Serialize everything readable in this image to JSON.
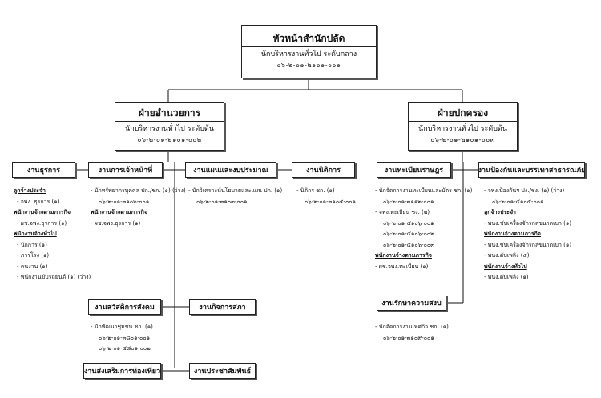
{
  "head": {
    "title": "หัวหน้าสำนักปลัด",
    "position": "นักบริหารงานทั่วไป ระดับกลาง",
    "code": "๐๖-๒-๐๑-๒๑๐๑-๐๐๑"
  },
  "div1": {
    "title": "ฝ่ายอำนวยการ",
    "position": "นักบริหารงานทั่วไป ระดับต้น",
    "code": "๐๖-๒-๐๑-๒๑๐๑-๐๐๒"
  },
  "div2": {
    "title": "ฝ่ายปกครอง",
    "position": "นักบริหารงานทั่วไป ระดับต้น",
    "code": "๐๖-๒-๐๑-๒๑๐๑-๐๐๓"
  },
  "units": {
    "general": "งานธุรการ",
    "personnel": "งานการเจ้าหน้าที่",
    "planning": "งานแผนและงบประมาณ",
    "legal": "งานนิติการ",
    "registration": "งานทะเบียนราษฎร",
    "disaster": "งานป้องกันและบรรเทาสาธารณภัย",
    "welfare": "งานสวัสดิการสังคม",
    "council": "งานกิจการสภา",
    "tourism": "งานส่งเสริมการท่องเที่ยว",
    "pr": "งานประชาสัมพันธ์",
    "security": "งานรักษาความสงบ"
  },
  "staff_general": [
    "ลูกจ้างประจำ",
    "- จพง. ธุรการ (๑)",
    "พนักงานจ้างตามภารกิจ",
    "- ผช.จพง.ธุรการ (๑)",
    "พนักงานจ้างทั่วไป",
    "- นักการ (๑)",
    "- ภารโรง (๑)",
    "- คนงาน (๑)",
    "- พนักงานขับรถยนต์ (๑) (ว่าง)"
  ],
  "staff_personnel": [
    "- นักทรัพยากรบุคคล ปก./ชก. (๑) (ว่าง)",
    "๐๖-๒-๐๑-๓๑๐๒-๐๐๑",
    "พนักงานจ้างตามภารกิจ",
    "- ผช.จพง.ธุรการ (๑)"
  ],
  "staff_planning": [
    "- นักวิเคราะห์นโยบายและแผน ปก. (๑)",
    "๐๖-๒-๐๑-๓๑๐๓-๐๐๑"
  ],
  "staff_legal": [
    "- นิติกร ชก. (๑)",
    "๐๖-๒-๐๑-๓๑๐๕-๐๐๑"
  ],
  "staff_registration": [
    "- นักจัดการงานทะเบียนและบัตร ชก. (๑)",
    "๐๖-๒-๐๑-๓๑๑๒-๐๐๑",
    "- จพง.ทะเบียน ชง. (๒)",
    "๐๖-๒-๐๑-๔๑๐๖-๐๐๑",
    "๐๖-๒-๐๑-๔๑๐๖-๐๐๒",
    "๐๖-๒-๐๑-๔๑๐๖-๐๐๓",
    "พนักงานจ้างตามภารกิจ",
    "- ผช.จพง.ทะเบียน (๑)"
  ],
  "staff_disaster": [
    "- จพง.ป้องกันฯ ปง./ชง. (๑) (ว่าง)",
    "๐๖-๒-๐๑-๔๑๐๕-๐๐๑",
    "ลูกจ้างประจำ",
    "- พนง.ขับเครื่องจักรกลขนาดเบา (๑)",
    "พนักงานจ้างตามภารกิจ",
    "- พนง.ขับเครื่องจักรกลขนาดเบา (๑)",
    "- พนง.ดับเพลิง (๕)",
    "พนักงานจ้างทั่วไป",
    "- พนง.ดับเพลิง (๑)"
  ],
  "staff_welfare": [
    "- นักพัฒนาชุมชน ชก. (๑)",
    "๐๖-๒-๐๑-๓๘๐๑-๐๐๑",
    "๐๖-๒-๐๑-๔๘๐๑-๐๐๒"
  ],
  "staff_security": [
    "- นักจัดการงานเทศกิจ ชก. (๑)",
    "๐๖-๒-๐๑-๓๑๐๙-๐๐๑"
  ],
  "line_color": "#111111"
}
